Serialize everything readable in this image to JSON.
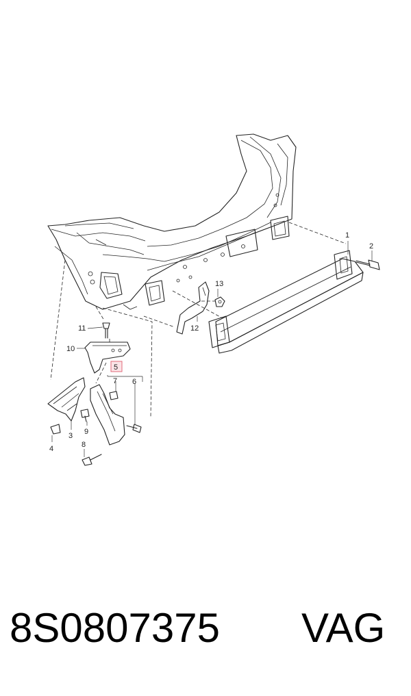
{
  "diagram": {
    "callouts": [
      {
        "id": "1",
        "label": "1"
      },
      {
        "id": "2",
        "label": "2"
      },
      {
        "id": "3",
        "label": "3"
      },
      {
        "id": "4",
        "label": "4"
      },
      {
        "id": "5",
        "label": "5",
        "highlight": true
      },
      {
        "id": "6",
        "label": "6"
      },
      {
        "id": "7",
        "label": "7"
      },
      {
        "id": "8",
        "label": "8"
      },
      {
        "id": "9",
        "label": "9"
      },
      {
        "id": "10",
        "label": "10"
      },
      {
        "id": "11",
        "label": "11"
      },
      {
        "id": "12",
        "label": "12"
      },
      {
        "id": "13",
        "label": "13"
      }
    ],
    "highlight_color": "#e06a78",
    "highlight_fill": "#fbe4e7",
    "line_color": "#222222"
  },
  "footer": {
    "part_number": "8S0807375",
    "brand": "VAG"
  }
}
